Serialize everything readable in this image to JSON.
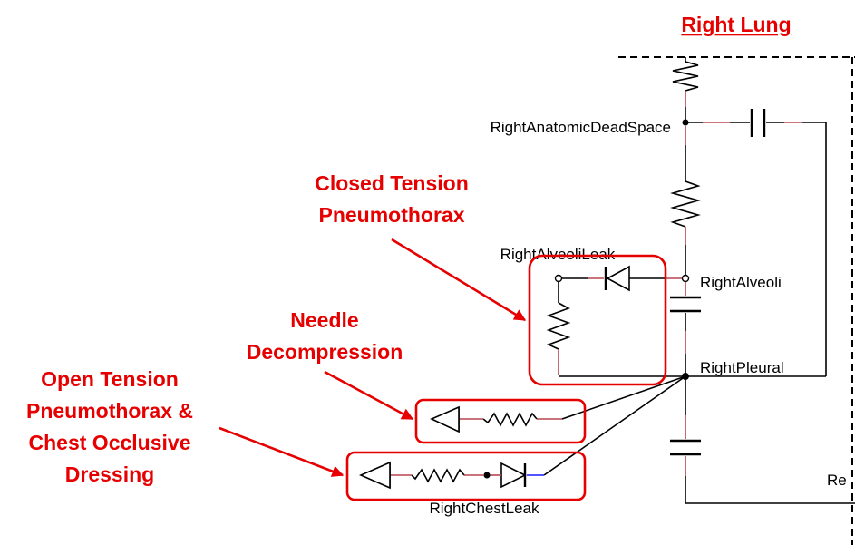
{
  "title": "Right Lung",
  "nodes": {
    "dead_space": "RightAnatomicDeadSpace",
    "alveoli_leak": "RightAlveoliLeak",
    "alveoli": "RightAlveoli",
    "pleural": "RightPleural",
    "chest_leak": "RightChestLeak",
    "cut_label": "Re"
  },
  "annotations": {
    "closed": [
      "Closed Tension",
      "Pneumothorax"
    ],
    "needle": [
      "Needle",
      "Decompression"
    ],
    "open": [
      "Open Tension",
      "Pneumothorax &",
      "Chest Occlusive",
      "Dressing"
    ]
  },
  "colors": {
    "annotation": "#e60000",
    "wire": "#000000",
    "port": "#b5474f",
    "blue_port": "#1a1aff"
  }
}
